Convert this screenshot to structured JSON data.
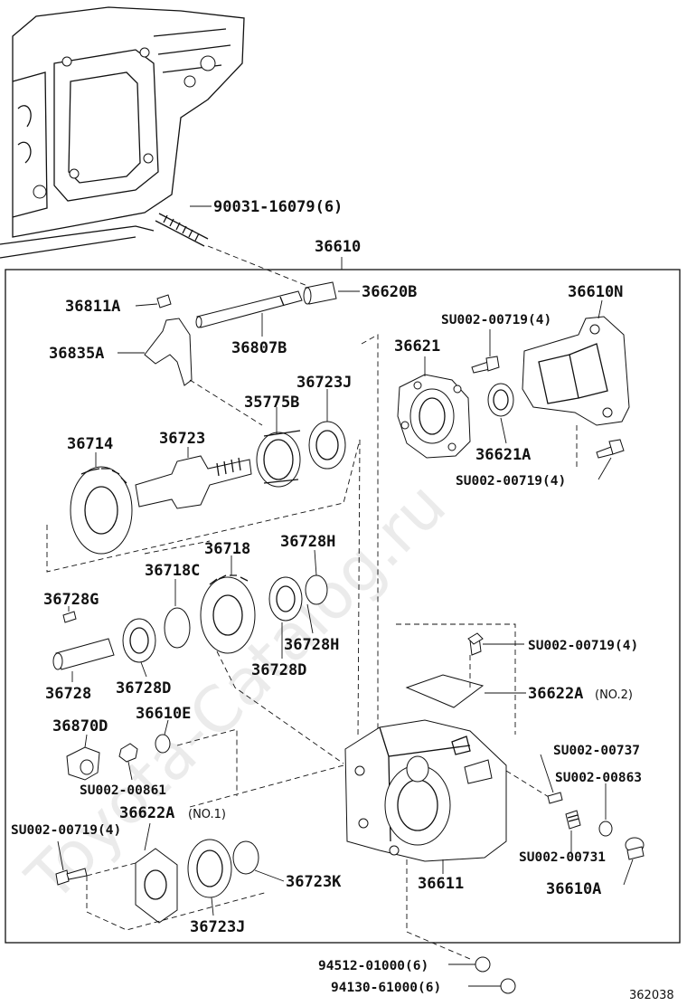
{
  "watermark": "Toyota-Catalog.ru",
  "diagram_code": "362038",
  "callouts": {
    "p90031": "90031-16079(6)",
    "p36610": "36610",
    "p36620B": "36620B",
    "p36811A": "36811A",
    "p36807B": "36807B",
    "p36835A": "36835A",
    "p36610N": "36610N",
    "su_top": "SU002-00719(4)",
    "p36621": "36621",
    "p36723J_top": "36723J",
    "p35775B": "35775B",
    "p36714": "36714",
    "p36723": "36723",
    "p36621A": "36621A",
    "su_mid": "SU002-00719(4)",
    "p36718": "36718",
    "p36728H_top": "36728H",
    "p36718C": "36718C",
    "p36728G": "36728G",
    "su_right": "SU002-00719(4)",
    "p36728H_bot": "36728H",
    "p36728D_a": "36728D",
    "p36728D_b": "36728D",
    "p36728": "36728",
    "p36622A_main": "36622A",
    "p36622A_note": "(NO.2)",
    "p36870D": "36870D",
    "p36610E": "36610E",
    "su_00737": "SU002-00737",
    "su_00863": "SU002-00863",
    "su_00861": "SU002-00861",
    "p36622A_no1_main": "36622A",
    "p36622A_no1_note": "(NO.1)",
    "su_left": "SU002-00719(4)",
    "su_00731": "SU002-00731",
    "p36723K": "36723K",
    "p36611": "36611",
    "p36610A": "36610A",
    "p36723J_bot": "36723J",
    "p94512": "94512-01000(6)",
    "p94130": "94130-61000(6)"
  }
}
